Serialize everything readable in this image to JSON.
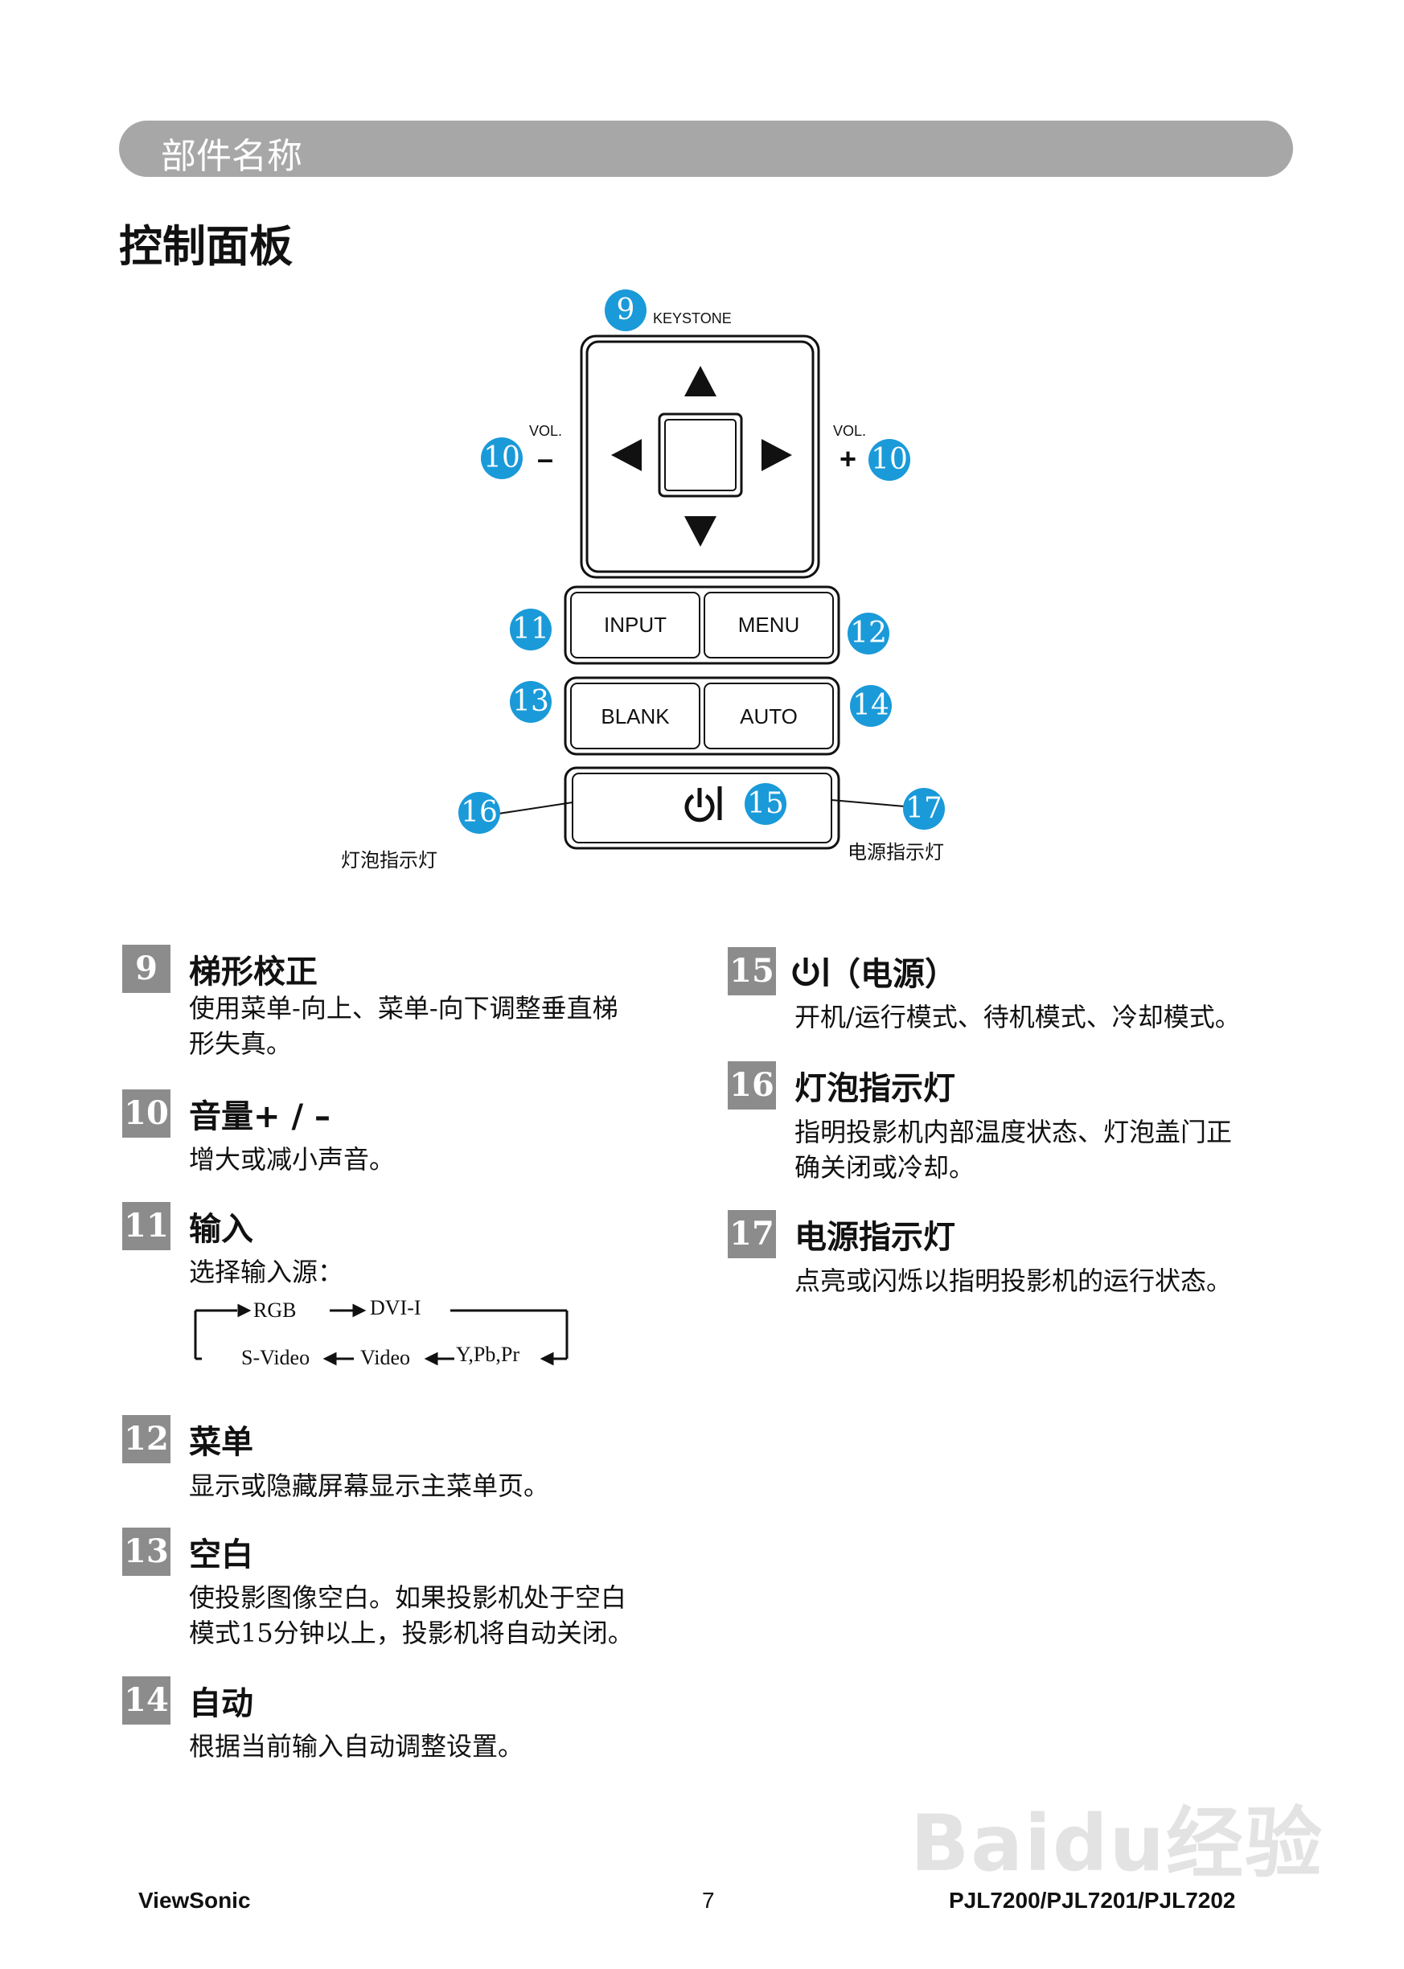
{
  "section": {
    "title": "部件名称"
  },
  "page_title": "控制面板",
  "diagram": {
    "keystone_label": "KEYSTONE",
    "vol_label": "VOL.",
    "minus": "–",
    "plus": "+",
    "callouts": [
      "9",
      "10",
      "10",
      "11",
      "12",
      "13",
      "14",
      "15",
      "16",
      "17"
    ],
    "buttons": {
      "input": "INPUT",
      "menu": "MENU",
      "blank": "BLANK",
      "auto": "AUTO"
    },
    "lamp_led_label": "灯泡指示灯",
    "power_led_label": "电源指示灯"
  },
  "items": [
    {
      "num": "9",
      "title": "梯形校正",
      "desc": [
        "使用菜单-向上、菜单-向下调整垂直梯",
        "形失真。"
      ]
    },
    {
      "num": "10",
      "title": "音量+ / –",
      "desc": [
        "增大或减小声音。"
      ]
    },
    {
      "num": "11",
      "title": "输入",
      "desc": [
        "选择输入源："
      ]
    },
    {
      "num": "12",
      "title": "菜单",
      "desc": [
        "显示或隐藏屏幕显示主菜单页。"
      ]
    },
    {
      "num": "13",
      "title": "空白",
      "desc": [
        "使投影图像空白。如果投影机处于空白",
        "模式15分钟以上，投影机将自动关闭。"
      ]
    },
    {
      "num": "14",
      "title": "自动",
      "desc": [
        "根据当前输入自动调整设置。"
      ]
    },
    {
      "num": "15",
      "title": "（电源）",
      "desc": [
        "开机/运行模式、待机模式、冷却模式。"
      ]
    },
    {
      "num": "16",
      "title": "灯泡指示灯",
      "desc": [
        "指明投影机内部温度状态、灯泡盖门正",
        "确关闭或冷却。"
      ]
    },
    {
      "num": "17",
      "title": "电源指示灯",
      "desc": [
        "点亮或闪烁以指明投影机的运行状态。"
      ]
    }
  ],
  "input_flow": {
    "rgb": "RGB",
    "dvi": "DVI-I",
    "svideo": "S-Video",
    "video": "Video",
    "ypbpr": "Y,Pb,Pr"
  },
  "footer": {
    "brand": "ViewSonic",
    "page": "7",
    "model": "PJL7200/PJL7201/PJL7202"
  },
  "watermark": "Baidu经验"
}
